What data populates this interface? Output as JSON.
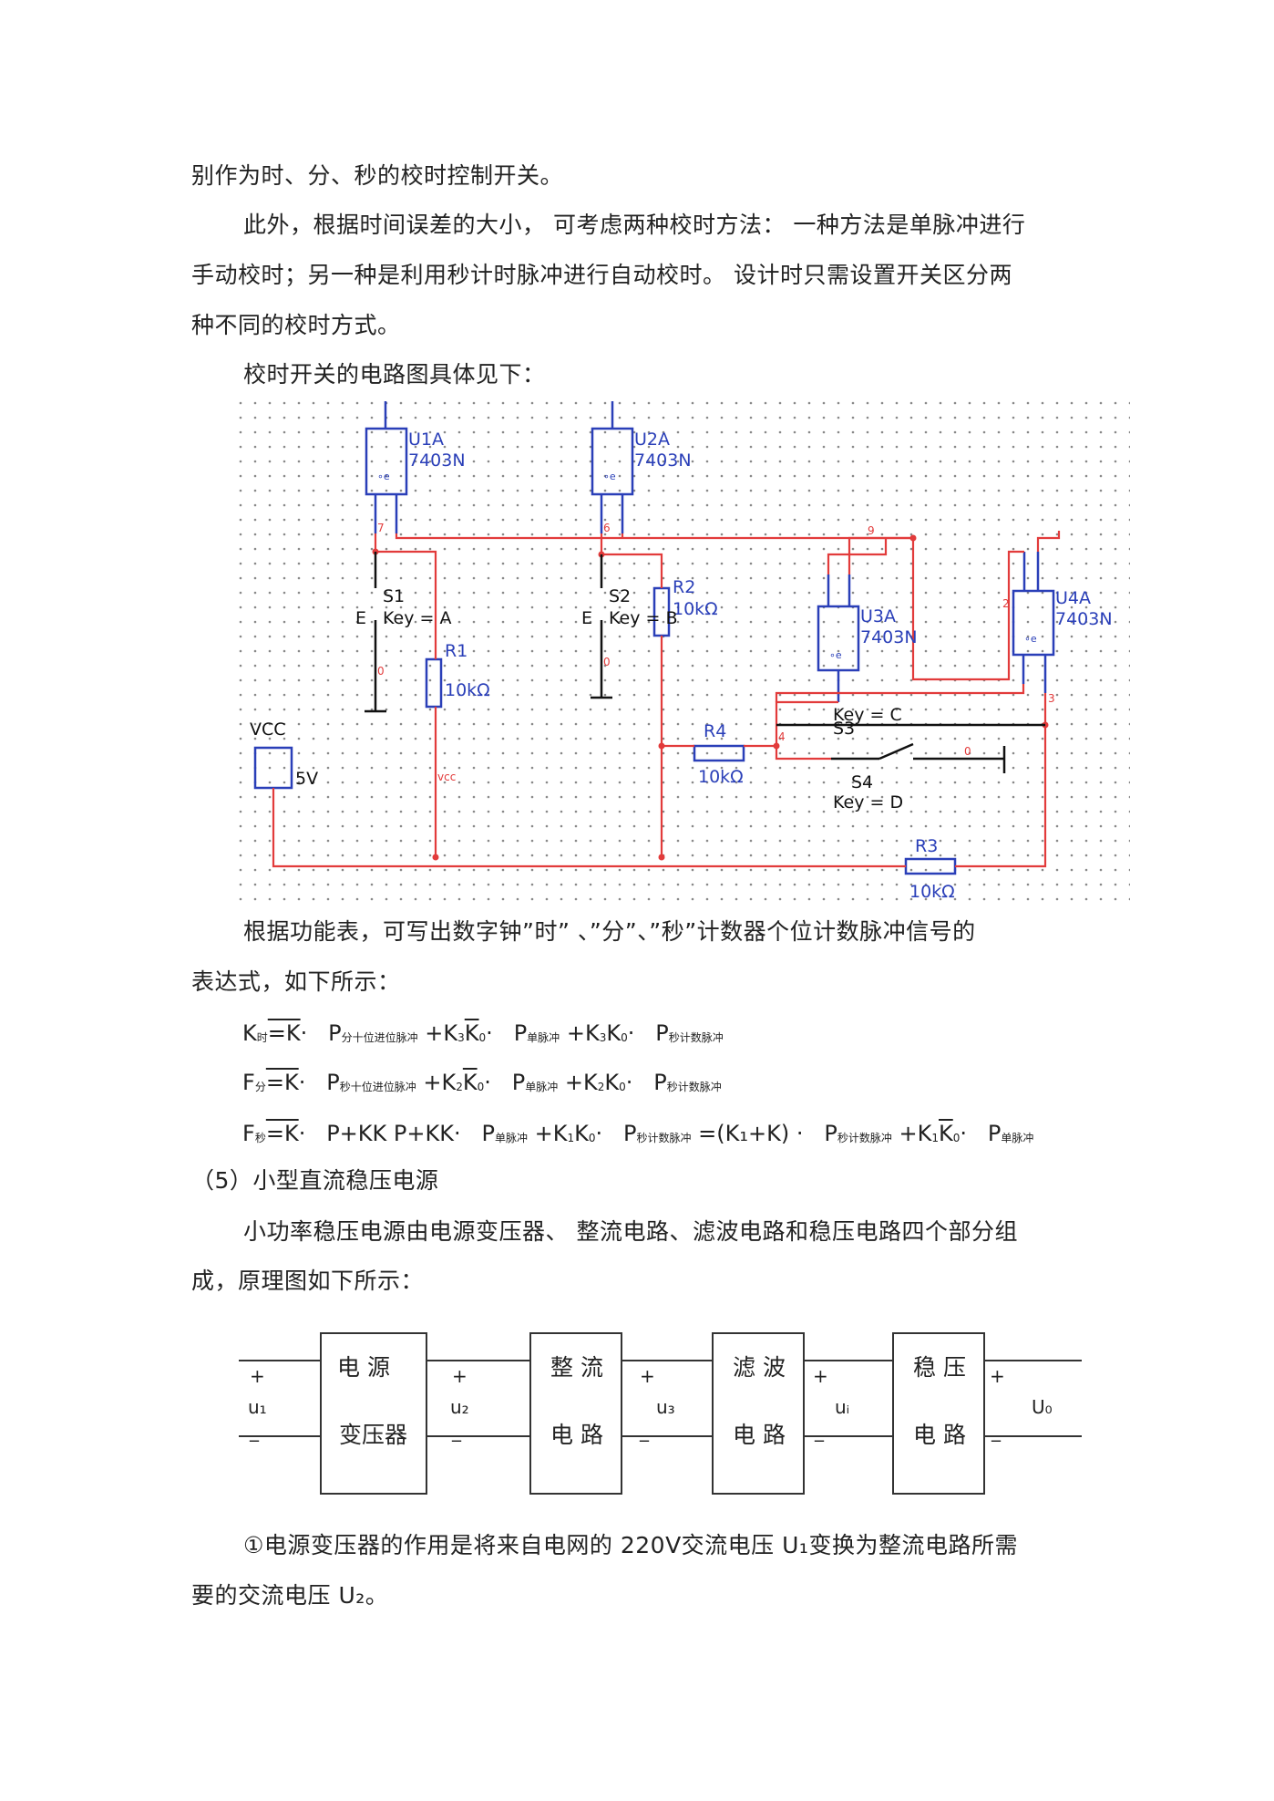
{
  "text": {
    "line1": "别作为时、分、秒的校时控制开关。",
    "line2": "此外，根据时间误差的大小，  可考虑两种校时方法：  一种方法是单脉冲进行",
    "line3": "手动校时；另一种是利用秒计时脉冲进行自动校时。    设计时只需设置开关区分两",
    "line4": "种不同的校时方式。",
    "line5": "校时开关的电路图具体见下：",
    "line6": "根据功能表，可写出数字钟”时”  、”分”、”秒”计数器个位计数脉冲信号的",
    "line7": "表达式，如下所示：",
    "section5": "（5）小型直流稳压电源",
    "line8": "小功率稳压电源由电源变压器、   整流电路、滤波电路和稳压电路四个部分组",
    "line9": "成，原理图如下所示：",
    "line10": "①电源变压器的作用是将来自电网的    220V交流电压  U₁变换为整流电路所需",
    "line11": "要的交流电压  U₂。"
  },
  "equations": {
    "eq1": {
      "a": "K",
      "a_sub": "时",
      "b": "=K",
      "c": "P",
      "c_sub": "分十位进位脉冲",
      "d": "+K",
      "e": "P",
      "e_sub": "单脉冲",
      "f": "+K",
      "g": "P",
      "g_sub": "秒计数脉冲"
    },
    "eq2": {
      "a": "F",
      "a_sub": "分",
      "b": "=K",
      "c": "P",
      "c_sub": "秒十位进位脉冲",
      "d": "+K",
      "e": "P",
      "e_sub": "单脉冲",
      "f": "+K",
      "g": "P",
      "g_sub": "秒计数脉冲"
    },
    "eq3": {
      "a": "F",
      "a_sub": "秒",
      "b": "=K",
      "c": "P+KK  P+KK",
      "e": "P",
      "e_sub": "单脉冲",
      "f": "+K",
      "g": "P",
      "g_sub": "秒计数脉冲",
      "h": "=(K₁+K)",
      "i": "P",
      "i_sub": "秒计数脉冲",
      "j": "+K",
      "k": "P",
      "k_sub": "单脉冲"
    }
  },
  "circuit": {
    "u1_name": "U1A",
    "u1_part": "7403N",
    "u2_name": "U2A",
    "u2_part": "7403N",
    "u3_name": "U3A",
    "u3_part": "7403N",
    "u4_name": "U4A",
    "u4_part": "7403N",
    "s1_name": "S1",
    "s1_key": "Key = A",
    "s2_name": "S2",
    "s2_key": "Key = B",
    "r1_name": "R1",
    "r1_val": "10kΩ",
    "r2_name": "R2",
    "r2_val": "10kΩ",
    "r3_name": "R3",
    "r3_val": "10kΩ",
    "r4_name": "R4",
    "r4_val": "10kΩ",
    "s3_name": "S3",
    "s3_key": "Key = C",
    "s4_name": "S4",
    "s4_key": "Key = D",
    "vcc_label": "VCC",
    "vcc_volt": "5V",
    "vcc_net": "vcc",
    "node7": "7",
    "node6": "6",
    "node9": "9",
    "node0a": "0",
    "node0b": "0",
    "node4": "4",
    "node3": "3",
    "node0c": "0",
    "node2": "2",
    "e1": "E",
    "e2": "E",
    "wire_color": "#e23b3b",
    "part_color": "#2a3fb8"
  },
  "block_diagram": {
    "box1_line1": "电  源",
    "box1_line2": "变压器",
    "box2_line1": "整  流",
    "box2_line2": "电  路",
    "box3_line1": "滤  波",
    "box3_line2": "电  路",
    "box4_line1": "稳  压",
    "box4_line2": "电  路",
    "u1": "u₁",
    "u2": "u₂",
    "u3": "u₃",
    "ui": "uᵢ",
    "uo": "U₀",
    "plus": "+",
    "minus": "_"
  }
}
